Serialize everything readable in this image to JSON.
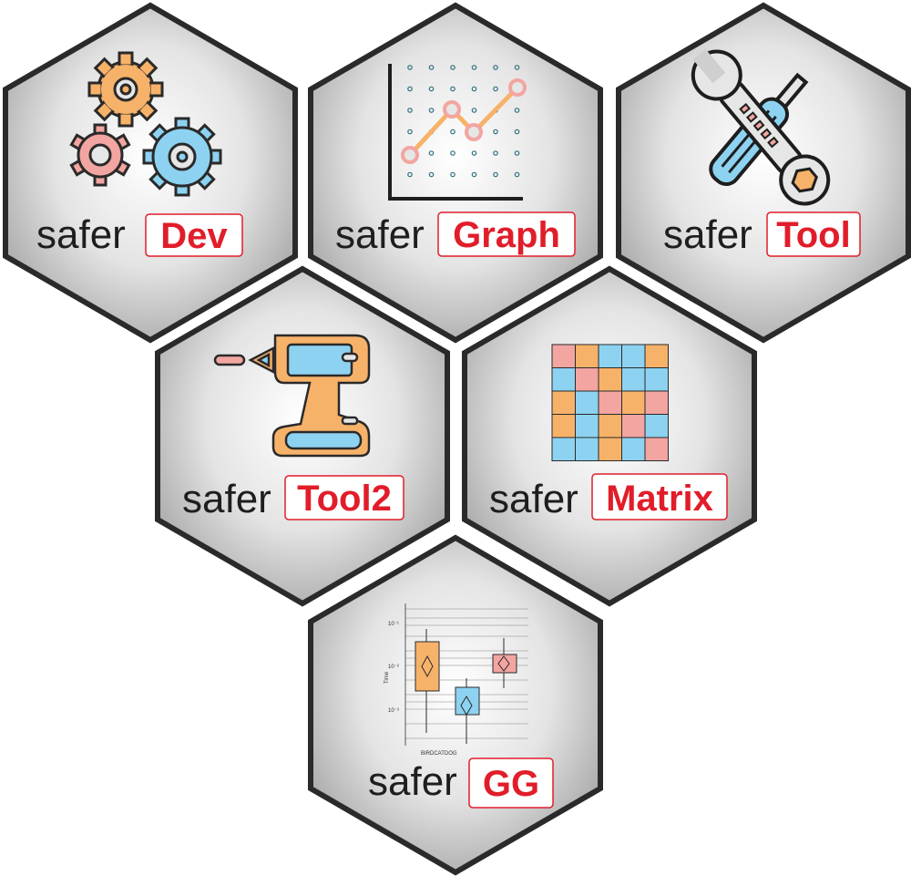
{
  "colors": {
    "hex_fill_center": "#ffffff",
    "hex_fill_edge": "#a8a8a8",
    "hex_stroke": "#2a2a2a",
    "accent_red": "#e11d2a",
    "orange": "#f7b26a",
    "pink": "#f3a5a1",
    "blue": "#8dd3f1",
    "outline": "#2a2a2a"
  },
  "hexagons": [
    {
      "prefix": "safer",
      "name": "Dev",
      "icon": "gears-icon"
    },
    {
      "prefix": "safer",
      "name": "Graph",
      "icon": "line-graph-icon"
    },
    {
      "prefix": "safer",
      "name": "Tool",
      "icon": "wrench-screwdriver-icon"
    },
    {
      "prefix": "safer",
      "name": "Tool2",
      "icon": "drill-icon"
    },
    {
      "prefix": "safer",
      "name": "Matrix",
      "icon": "matrix-grid-icon"
    },
    {
      "prefix": "safer",
      "name": "GG",
      "icon": "boxplot-icon"
    }
  ],
  "boxplot": {
    "ylabel": "Time",
    "xlabel": "BIRDCATDOG",
    "yticks": [
      "10⁻¹",
      "10⁻²",
      "10⁻³"
    ]
  }
}
